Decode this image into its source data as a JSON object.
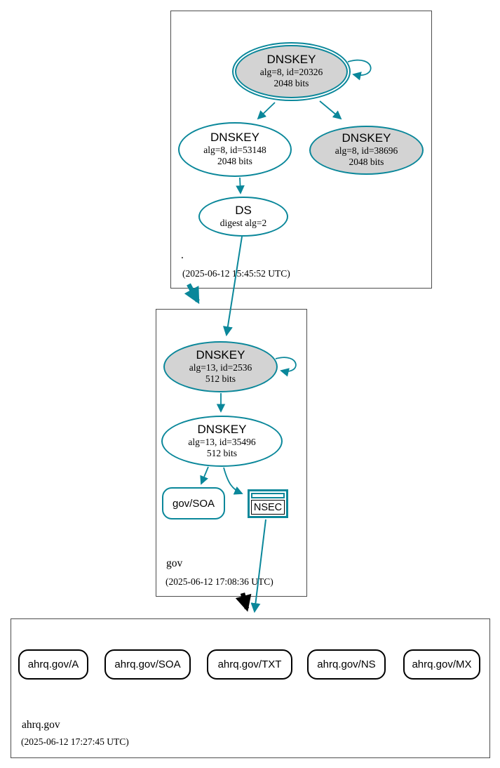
{
  "diagram": {
    "kind": "dnssec-authentication-chain",
    "colors": {
      "secure": "#0a879a",
      "insecure": "#000000",
      "ksk_fill": "#d3d3d3",
      "node_fill": "#ffffff",
      "zone_border": "#4d4d4d"
    }
  },
  "zones": {
    "root": {
      "name": ".",
      "timestamp": "(2025-06-12 15:45:52 UTC)",
      "ksk": {
        "title": "DNSKEY",
        "detail": "alg=8, id=20326",
        "bits": "2048 bits"
      },
      "zsk": {
        "title": "DNSKEY",
        "detail": "alg=8, id=53148",
        "bits": "2048 bits"
      },
      "dnskey3": {
        "title": "DNSKEY",
        "detail": "alg=8, id=38696",
        "bits": "2048 bits"
      },
      "ds": {
        "title": "DS",
        "detail": "digest alg=2"
      }
    },
    "gov": {
      "name": "gov",
      "timestamp": "(2025-06-12 17:08:36 UTC)",
      "ksk": {
        "title": "DNSKEY",
        "detail": "alg=13, id=2536",
        "bits": "512 bits"
      },
      "zsk": {
        "title": "DNSKEY",
        "detail": "alg=13, id=35496",
        "bits": "512 bits"
      },
      "soa": {
        "label": "gov/SOA"
      },
      "nsec": {
        "label": "NSEC"
      }
    },
    "ahrq": {
      "name": "ahrq.gov",
      "timestamp": "(2025-06-12 17:27:45 UTC)",
      "rrsets": [
        {
          "label": "ahrq.gov/A"
        },
        {
          "label": "ahrq.gov/SOA"
        },
        {
          "label": "ahrq.gov/TXT"
        },
        {
          "label": "ahrq.gov/NS"
        },
        {
          "label": "ahrq.gov/MX"
        }
      ]
    }
  }
}
